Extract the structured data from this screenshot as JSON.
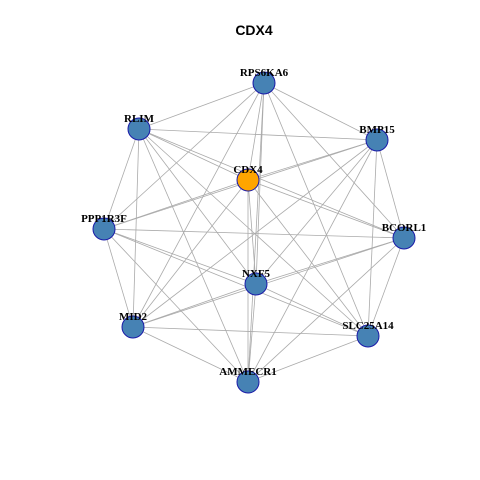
{
  "title": "CDX4",
  "colors": {
    "node_fill": "#4682B4",
    "node_stroke": "#1a1aa8",
    "hub_fill": "#FFA500",
    "edge": "#aaaaaa",
    "text": "#000000"
  },
  "nodes": [
    {
      "id": "RPS6KA6",
      "label": "RPS6KA6",
      "hub": false
    },
    {
      "id": "RLIM",
      "label": "RLIM",
      "hub": false
    },
    {
      "id": "BMP15",
      "label": "BMP15",
      "hub": false
    },
    {
      "id": "CDX4",
      "label": "CDX4",
      "hub": true
    },
    {
      "id": "PPP1R3F",
      "label": "PPP1R3F",
      "hub": false
    },
    {
      "id": "BCORL1",
      "label": "BCORL1",
      "hub": false
    },
    {
      "id": "NXF5",
      "label": "NXF5",
      "hub": false
    },
    {
      "id": "MID2",
      "label": "MID2",
      "hub": false
    },
    {
      "id": "SLC25A14",
      "label": "SLC25A14",
      "hub": false
    },
    {
      "id": "AMMECR1",
      "label": "AMMECR1",
      "hub": false
    }
  ],
  "edges": [
    [
      "RPS6KA6",
      "RLIM"
    ],
    [
      "RPS6KA6",
      "BMP15"
    ],
    [
      "RPS6KA6",
      "CDX4"
    ],
    [
      "RPS6KA6",
      "PPP1R3F"
    ],
    [
      "RPS6KA6",
      "BCORL1"
    ],
    [
      "RPS6KA6",
      "NXF5"
    ],
    [
      "RPS6KA6",
      "MID2"
    ],
    [
      "RPS6KA6",
      "SLC25A14"
    ],
    [
      "RPS6KA6",
      "AMMECR1"
    ],
    [
      "RLIM",
      "BMP15"
    ],
    [
      "RLIM",
      "CDX4"
    ],
    [
      "RLIM",
      "PPP1R3F"
    ],
    [
      "RLIM",
      "BCORL1"
    ],
    [
      "RLIM",
      "NXF5"
    ],
    [
      "RLIM",
      "MID2"
    ],
    [
      "RLIM",
      "SLC25A14"
    ],
    [
      "RLIM",
      "AMMECR1"
    ],
    [
      "BMP15",
      "CDX4"
    ],
    [
      "BMP15",
      "PPP1R3F"
    ],
    [
      "BMP15",
      "BCORL1"
    ],
    [
      "BMP15",
      "NXF5"
    ],
    [
      "BMP15",
      "MID2"
    ],
    [
      "BMP15",
      "SLC25A14"
    ],
    [
      "BMP15",
      "AMMECR1"
    ],
    [
      "CDX4",
      "PPP1R3F"
    ],
    [
      "CDX4",
      "BCORL1"
    ],
    [
      "CDX4",
      "NXF5"
    ],
    [
      "CDX4",
      "MID2"
    ],
    [
      "CDX4",
      "SLC25A14"
    ],
    [
      "CDX4",
      "AMMECR1"
    ],
    [
      "PPP1R3F",
      "BCORL1"
    ],
    [
      "PPP1R3F",
      "NXF5"
    ],
    [
      "PPP1R3F",
      "MID2"
    ],
    [
      "PPP1R3F",
      "SLC25A14"
    ],
    [
      "PPP1R3F",
      "AMMECR1"
    ],
    [
      "BCORL1",
      "NXF5"
    ],
    [
      "BCORL1",
      "MID2"
    ],
    [
      "BCORL1",
      "SLC25A14"
    ],
    [
      "BCORL1",
      "AMMECR1"
    ],
    [
      "NXF5",
      "MID2"
    ],
    [
      "NXF5",
      "SLC25A14"
    ],
    [
      "NXF5",
      "AMMECR1"
    ],
    [
      "MID2",
      "SLC25A14"
    ],
    [
      "MID2",
      "AMMECR1"
    ],
    [
      "SLC25A14",
      "AMMECR1"
    ]
  ]
}
